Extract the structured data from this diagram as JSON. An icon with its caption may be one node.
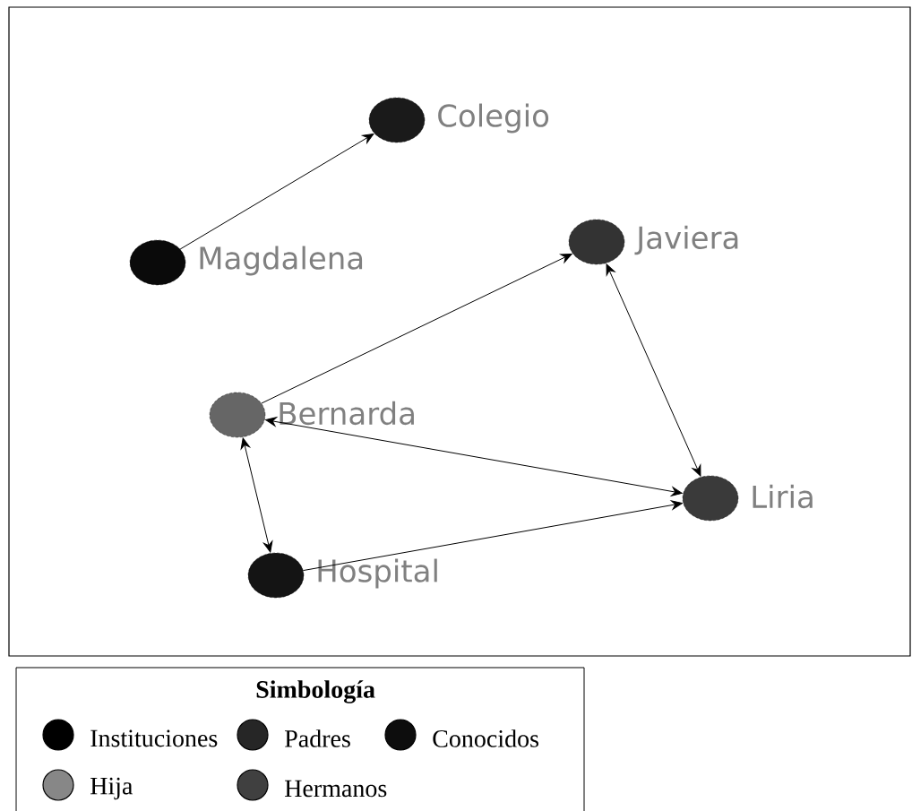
{
  "diagram": {
    "nodes": [
      {
        "text": [
          "Colegio"
        ]
      },
      {
        "text": [
          "Magdalena"
        ]
      },
      {
        "text": [
          "Javiera"
        ]
      },
      {
        "text": [
          "Bernarda"
        ]
      },
      {
        "text": [
          "Liria"
        ]
      },
      {
        "text": [
          "Hospital"
        ]
      }
    ],
    "edges": [
      {
        "from": 1,
        "to": 0,
        "arrow": "to"
      },
      {
        "from": 3,
        "to": 2,
        "arrow": "to"
      },
      {
        "from": 2,
        "to": 4,
        "arrow": "both"
      },
      {
        "from": 3,
        "to": 4,
        "arrow": "both"
      },
      {
        "from": 3,
        "to": 5,
        "arrow": "both"
      },
      {
        "from": 5,
        "to": 4,
        "arrow": "to"
      }
    ],
    "legend": [
      {
        "text": "Simbología"
      },
      {
        "text": "Instituciones",
        "color": "#000000"
      },
      {
        "text": "Padres",
        "color": "#262626"
      },
      {
        "text": "Conocidos",
        "color": "#0d0d0d"
      },
      {
        "text": "Hija",
        "color": "#878787"
      },
      {
        "text": "Hermanos",
        "color": "#404040"
      }
    ]
  }
}
